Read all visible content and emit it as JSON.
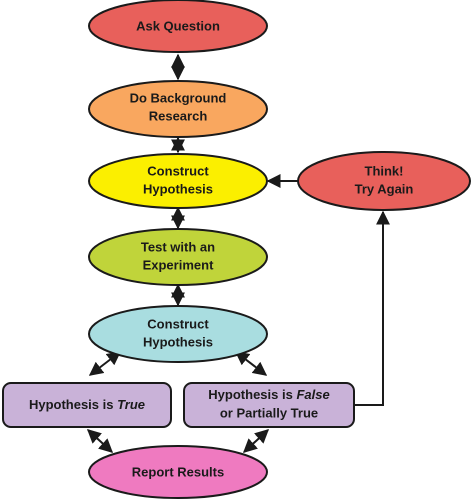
{
  "nodes": {
    "ask_question": {
      "line1": "Ask Question",
      "color": "#e8605b"
    },
    "background_research": {
      "line1": "Do Background",
      "line2": "Research",
      "color": "#f9a75f"
    },
    "construct_hypothesis_1": {
      "line1": "Construct",
      "line2": "Hypothesis",
      "color": "#fbef00"
    },
    "think_try_again": {
      "line1": "Think!",
      "line2": "Try Again",
      "color": "#e8605b"
    },
    "test_experiment": {
      "line1": "Test with an",
      "line2": "Experiment",
      "color": "#c0d43a"
    },
    "construct_hypothesis_2": {
      "line1": "Construct",
      "line2": "Hypothesis",
      "color": "#a9dde0"
    },
    "hypothesis_true": {
      "prefix": "Hypothesis is ",
      "emph": "True",
      "color": "#c9b2d8"
    },
    "hypothesis_false": {
      "prefix": "Hypothesis is ",
      "emph": "False",
      "line2": "or Partially True",
      "color": "#c9b2d8"
    },
    "report_results": {
      "line1": "Report Results",
      "color": "#ef7ac0"
    }
  },
  "colors": {
    "stroke": "#1a1a1a",
    "background": "#ffffff"
  }
}
